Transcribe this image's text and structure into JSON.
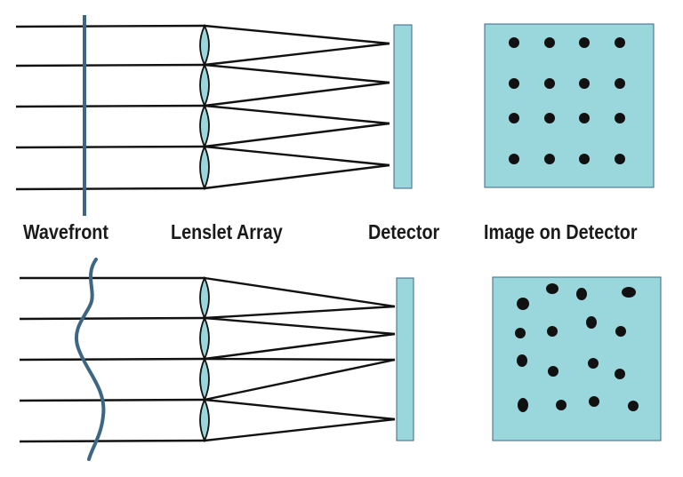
{
  "labels": {
    "wavefront": "Wavefront",
    "lenslet_array": "Lenslet Array",
    "detector": "Detector",
    "image_on_detector": "Image on Detector"
  },
  "colors": {
    "detector_fill": "#9ad7dd",
    "wavefront_line": "#3d6684",
    "ray": "#111111",
    "spot": "#111111"
  },
  "scenarios": [
    {
      "name": "flat-wavefront",
      "spot_pattern": "regular 4x4 grid"
    },
    {
      "name": "aberrated-wavefront",
      "spot_pattern": "displaced 4x4 grid"
    }
  ]
}
